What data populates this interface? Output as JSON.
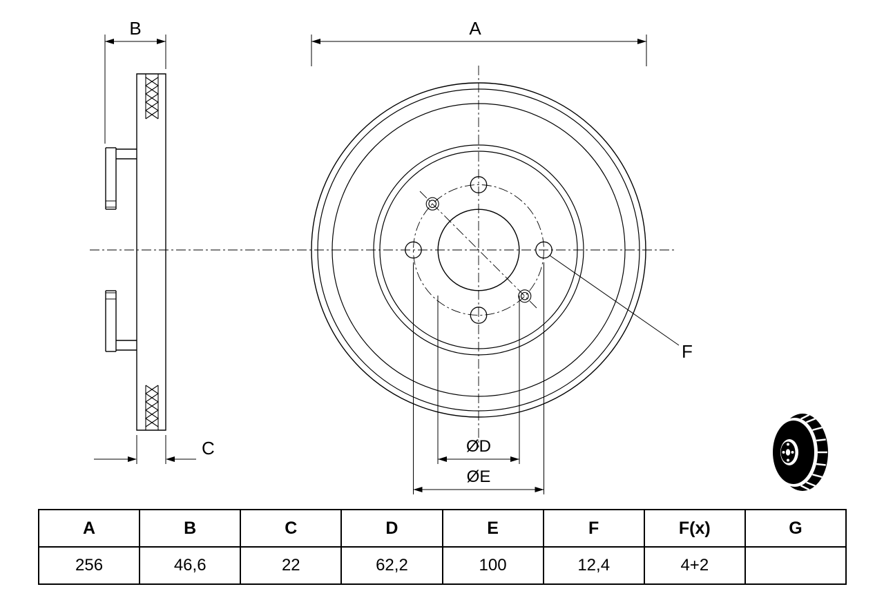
{
  "drawing": {
    "dim_labels": {
      "a": "A",
      "b": "B",
      "c": "C",
      "d": "ØD",
      "e": "ØE",
      "f": "F"
    }
  },
  "table": {
    "headers": [
      "A",
      "B",
      "C",
      "D",
      "E",
      "F",
      "F(x)",
      "G"
    ],
    "values": [
      "256",
      "46,6",
      "22",
      "62,2",
      "100",
      "12,4",
      "4+2",
      ""
    ]
  },
  "icons": {
    "thumbnail": "brake-disc-3d-icon"
  },
  "colors": {
    "line": "#000000",
    "background": "#ffffff"
  }
}
